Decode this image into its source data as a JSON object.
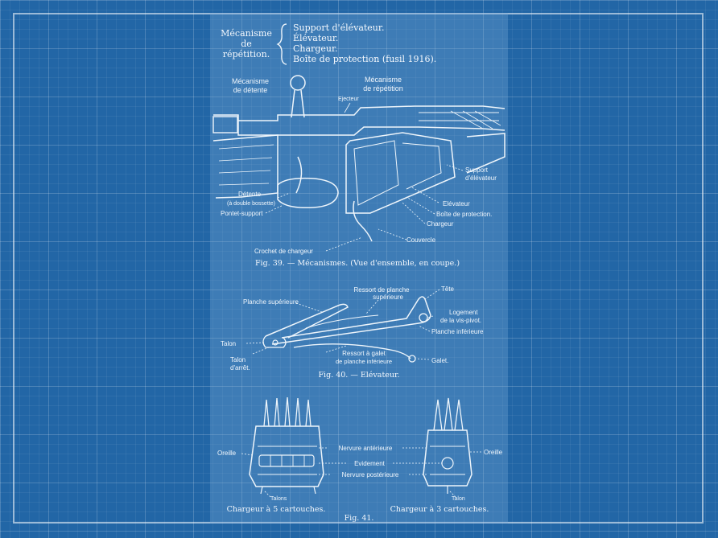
{
  "header": {
    "group_label": [
      "Mécanisme",
      "de",
      "répétition."
    ],
    "parts": [
      "Support d'élévateur.",
      "Élévateur.",
      "Chargeur.",
      "Boîte de protection (fusil 1916)."
    ]
  },
  "fig39": {
    "caption": "Fig. 39. — Mécanismes. (Vue d'ensemble, en coupe.)",
    "labels": {
      "mecanisme_detente": [
        "Mécanisme",
        "de détente"
      ],
      "mecanisme_repetition": [
        "Mécanisme",
        "de répétition"
      ],
      "ejecteur": "Ejecteur",
      "support_elevateur": [
        "Support",
        "d'élévateur"
      ],
      "detente": [
        "Détente",
        "(à double bossette)"
      ],
      "pontet_support": "Pontet-support",
      "elevateur": "Elévateur",
      "boite_protection": "Boîte de protection.",
      "chargeur": "Chargeur",
      "couvercle": "Couvercle",
      "crochet": "Crochet de chargeur"
    }
  },
  "fig40": {
    "caption": "Fig. 40. — Elévateur.",
    "labels": {
      "planche_sup": "Planche supérieure",
      "ressort_sup": [
        "Ressort de planche",
        "supérieure"
      ],
      "tete": "Tête",
      "logement": [
        "Logement",
        "de la vis-pivot."
      ],
      "planche_inf": "Planche inférieure",
      "talon": "Talon",
      "talon_arret": [
        "Talon",
        "d'arrêt."
      ],
      "ressort_galet": [
        "Ressort à galet",
        "de planche inférieure"
      ],
      "galet": "Galet."
    }
  },
  "fig41": {
    "caption": "Fig. 41.",
    "left_caption": "Chargeur à 5 cartouches.",
    "right_caption": "Chargeur à 3 cartouches.",
    "labels": {
      "oreille_left": "Oreille",
      "oreille_right": "Oreille",
      "nervure_ant": "Nervure antérieure",
      "evidement": "Evidement",
      "nervure_post": "Nervure postérieure",
      "talons": "Talons",
      "talon": "Talon"
    }
  },
  "colors": {
    "background": "#2266a6",
    "line": "#eef5fb"
  }
}
